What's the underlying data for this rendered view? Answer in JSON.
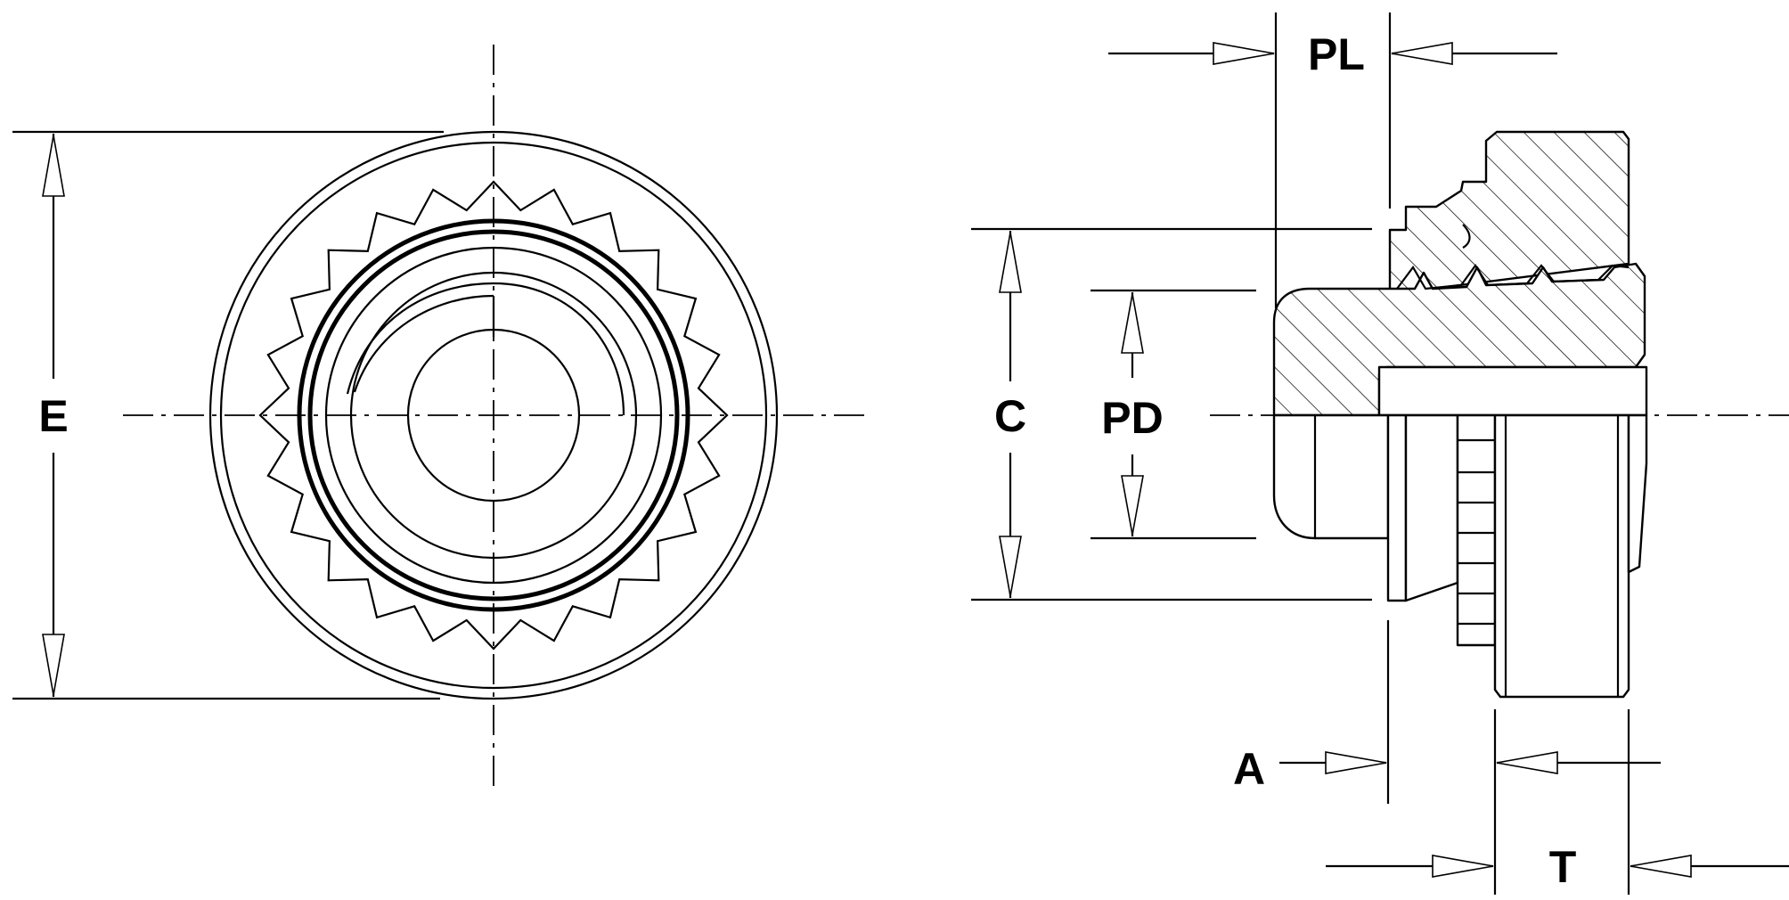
{
  "dimensions": {
    "E": "E",
    "C": "C",
    "PD": "PD",
    "PL": "PL",
    "A": "A",
    "T": "T"
  },
  "views": {
    "front": "front-view",
    "side": "side-section-view"
  }
}
